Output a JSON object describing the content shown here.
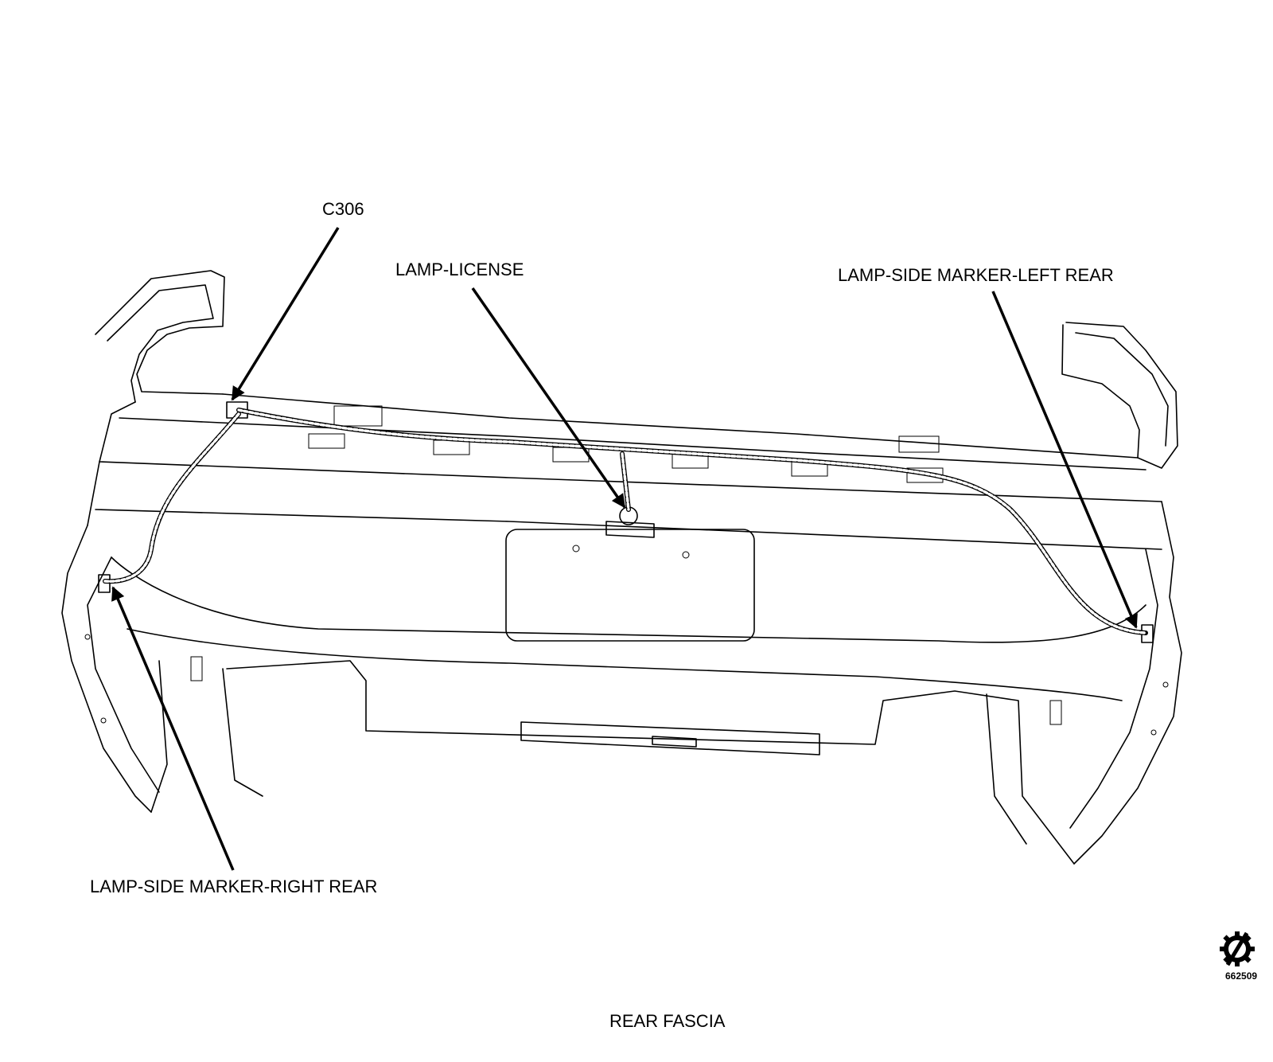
{
  "diagram": {
    "callouts": {
      "connector": "C306",
      "license_lamp": "LAMP-LICENSE",
      "left_marker": "LAMP-SIDE MARKER-LEFT REAR",
      "right_marker": "LAMP-SIDE MARKER-RIGHT REAR"
    },
    "caption": "REAR FASCIA",
    "figure_number": "662509",
    "icons": {
      "service_symbol": "gear-slash-icon"
    },
    "colors": {
      "ink": "#000000",
      "paper": "#ffffff"
    }
  }
}
